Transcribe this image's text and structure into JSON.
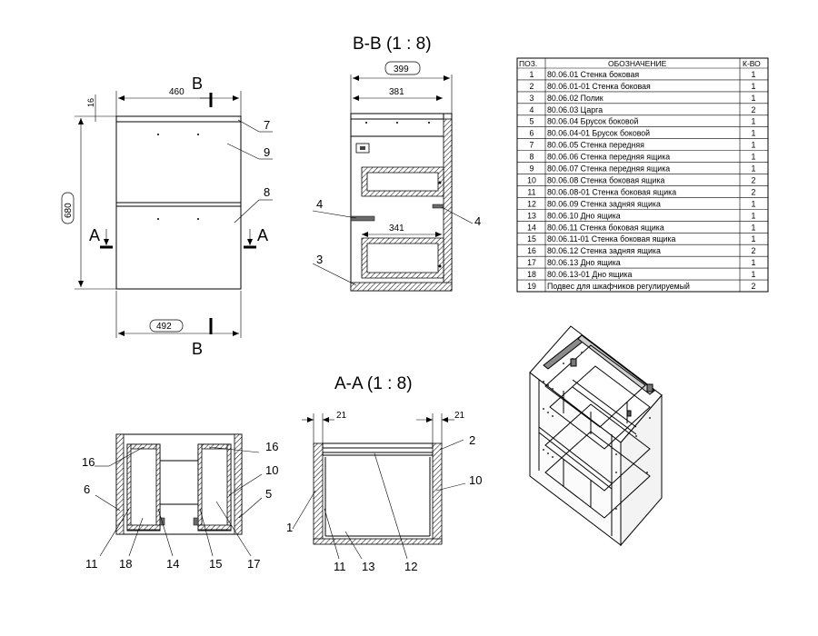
{
  "front_view": {
    "dims": {
      "width_top": "460",
      "height_side": "680",
      "top_thickness": "16",
      "width_bottom": "492"
    },
    "section_marks": {
      "b_top": "B",
      "b_bottom": "B",
      "a_left": "A",
      "a_right": "A"
    },
    "callouts": {
      "c7": "7",
      "c9": "9",
      "c8": "8"
    }
  },
  "section_bb": {
    "title": "B-B (1 : 8)",
    "dims": {
      "outer_depth": "399",
      "inner_depth": "381",
      "drawer_depth": "341"
    },
    "callouts": {
      "c4_left": "4",
      "c4_right": "4",
      "c3": "3"
    }
  },
  "section_aa": {
    "title": "A-A (1 : 8)",
    "dims": {
      "left_thk": "21",
      "right_thk": "21"
    },
    "callouts": {
      "c2": "2",
      "c10": "10",
      "c1": "1",
      "c11": "11",
      "c13": "13",
      "c12": "12"
    }
  },
  "plan_view": {
    "callouts": {
      "c16_left": "16",
      "c16_right": "16",
      "c10": "10",
      "c6": "6",
      "c5": "5",
      "c11": "11",
      "c18": "18",
      "c14": "14",
      "c15": "15",
      "c17": "17"
    }
  },
  "parts_table": {
    "headers": {
      "pos": "ПОЗ.",
      "designation": "ОБОЗНАЧЕНИЕ",
      "qty": "К-ВО"
    },
    "rows": [
      {
        "pos": "1",
        "designation": "80.06.01 Стенка боковая",
        "qty": "1"
      },
      {
        "pos": "2",
        "designation": "80.06.01-01 Стенка боковая",
        "qty": "1"
      },
      {
        "pos": "3",
        "designation": "80.06.02 Полик",
        "qty": "1"
      },
      {
        "pos": "4",
        "designation": "80.06.03 Царга",
        "qty": "2"
      },
      {
        "pos": "5",
        "designation": "80.06.04 Брусок боковой",
        "qty": "1"
      },
      {
        "pos": "6",
        "designation": "80.06.04-01 Брусок боковой",
        "qty": "1"
      },
      {
        "pos": "7",
        "designation": "80.06.05 Стенка передняя",
        "qty": "1"
      },
      {
        "pos": "8",
        "designation": "80.06.06 Стенка передняя ящика",
        "qty": "1"
      },
      {
        "pos": "9",
        "designation": "80.06.07 Стенка передняя ящика",
        "qty": "1"
      },
      {
        "pos": "10",
        "designation": "80.06.08 Стенка боковая ящика",
        "qty": "2"
      },
      {
        "pos": "11",
        "designation": "80.06.08-01 Стенка боковая ящика",
        "qty": "2"
      },
      {
        "pos": "12",
        "designation": "80.06.09 Стенка задняя ящика",
        "qty": "1"
      },
      {
        "pos": "13",
        "designation": "80.06.10 Дно ящика",
        "qty": "1"
      },
      {
        "pos": "14",
        "designation": "80.06.11 Стенка боковая ящика",
        "qty": "1"
      },
      {
        "pos": "15",
        "designation": "80.06.11-01 Стенка боковая ящика",
        "qty": "1"
      },
      {
        "pos": "16",
        "designation": "80.06.12 Стенка задняя ящика",
        "qty": "2"
      },
      {
        "pos": "17",
        "designation": "80.06.13 Дно ящика",
        "qty": "1"
      },
      {
        "pos": "18",
        "designation": "80.06.13-01 Дно ящика",
        "qty": "1"
      },
      {
        "pos": "19",
        "designation": "Подвес для шкафчиков регулируемый",
        "qty": "2"
      }
    ]
  }
}
